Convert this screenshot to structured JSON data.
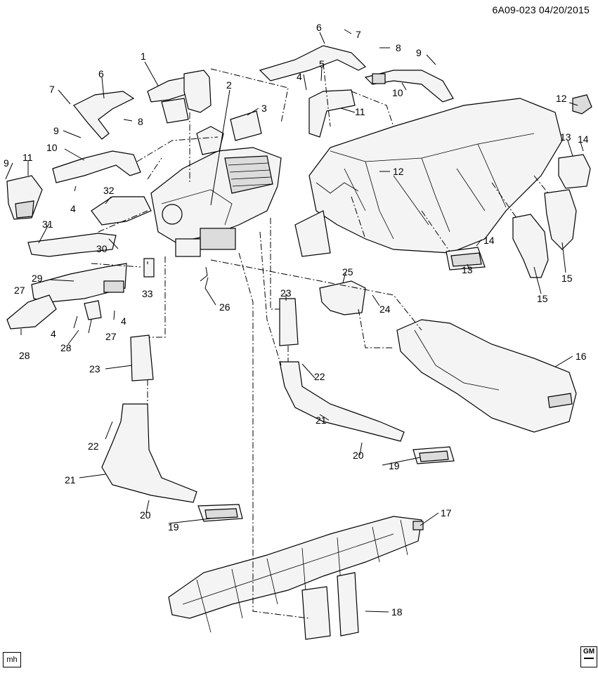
{
  "header": {
    "drawing_id": "6A09-023 04/20/2015"
  },
  "footer": {
    "author_initials": "mh",
    "brand_logo_text": "GM"
  },
  "callouts": [
    "1",
    "2",
    "3",
    "4",
    "5",
    "6",
    "7",
    "8",
    "9",
    "10",
    "11",
    "12",
    "13",
    "14",
    "15",
    "16",
    "17",
    "18",
    "19",
    "20",
    "21",
    "22",
    "23",
    "24",
    "25",
    "26",
    "27",
    "28",
    "29",
    "30",
    "31",
    "32",
    "33"
  ]
}
